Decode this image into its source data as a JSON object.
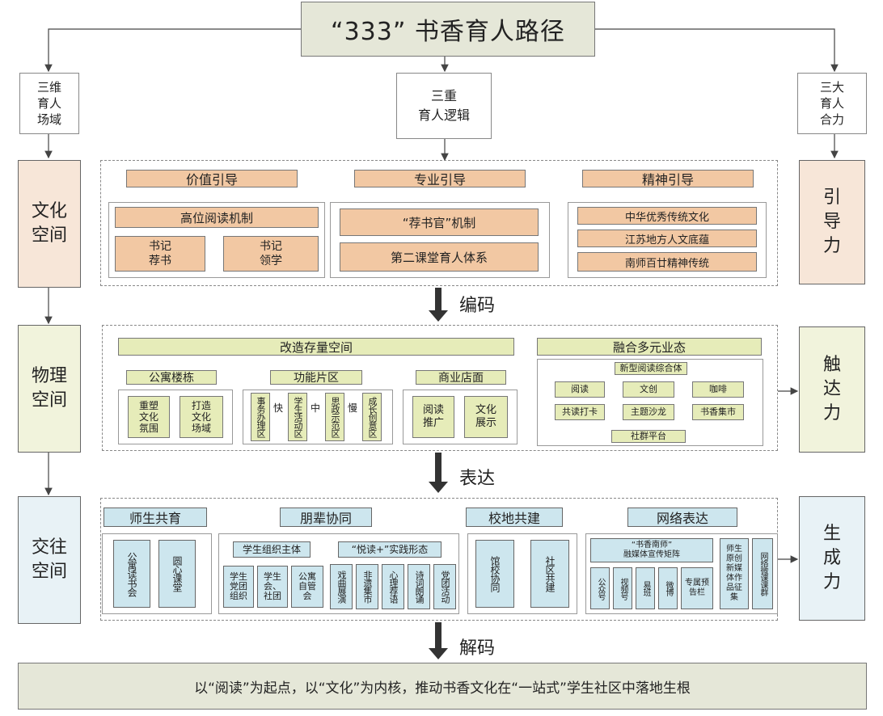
{
  "title": "“333” 书香育人路径",
  "heads": {
    "left": "三维\n育人\n场域",
    "mid": "三重\n育人逻辑",
    "right": "三大\n育人\n合力"
  },
  "spaces": [
    "文化\n空间",
    "物理\n空间",
    "交往\n空间"
  ],
  "forces": [
    "引\n导\n力",
    "触\n达\n力",
    "生\n成\n力"
  ],
  "codes": {
    "c1": "编码",
    "c2": "表达",
    "c3": "解码"
  },
  "row1": {
    "value": {
      "title": "价值引导",
      "items": [
        "高位阅读机制",
        "书记\n荐书",
        "书记\n领学"
      ]
    },
    "pro": {
      "title": "专业引导",
      "items": [
        "“荐书官”机制",
        "第二课堂育人体系"
      ]
    },
    "spirit": {
      "title": "精神引导",
      "items": [
        "中华优秀传统文化",
        "江苏地方人文底蕴",
        "南师百廿精神传统"
      ]
    }
  },
  "row2": {
    "rebuild": "改造存量空间",
    "apartment": {
      "title": "公寓楼栋",
      "items": [
        "重塑\n文化\n氛围",
        "打造\n文化\n场域"
      ]
    },
    "zone": {
      "title": "功能片区",
      "items": [
        "事务办理区",
        "学生活动区",
        "思政示范区",
        "成长创意区"
      ],
      "speeds": [
        "快",
        "中",
        "慢"
      ]
    },
    "shop": {
      "title": "商业店面",
      "items": [
        "阅读\n推广",
        "文化\n展示"
      ]
    },
    "fusion": {
      "title": "融合多元业态",
      "top": "新型阅读综合体",
      "bottom": "社群平台",
      "items": [
        "阅读",
        "文创",
        "咖啡",
        "共读打卡",
        "主题沙龙",
        "书香集市"
      ]
    }
  },
  "row3": {
    "teacher": {
      "title": "师生共育",
      "items": [
        "公寓读书会",
        "圆心课堂"
      ]
    },
    "peer": {
      "title": "朋辈协同",
      "sub1": "学生组织主体",
      "sub2": "“悦读+”实践形态",
      "items1": [
        "学生\n党团\n组织",
        "学生\n会、\n社团",
        "公寓\n自管\n会"
      ],
      "items2": [
        "戏曲展演",
        "非遗集市",
        "心理荐语",
        "诗词朗诵",
        "党团活动"
      ]
    },
    "campus": {
      "title": "校地共建",
      "items": [
        "馆校协同",
        "社区共建"
      ]
    },
    "net": {
      "title": "网络表达",
      "matrix": "“书香南师”\n融媒体宣传矩阵",
      "items": [
        "公众号",
        "视频号",
        "易班",
        "微博",
        "专属预告栏"
      ],
      "side": [
        "师生原创新媒体作品征集",
        "网络微课课群"
      ]
    }
  },
  "bottom": "以“阅读”为起点，以“文化”为内核，推动书香文化在“一站式”学生社区中落地生根"
}
